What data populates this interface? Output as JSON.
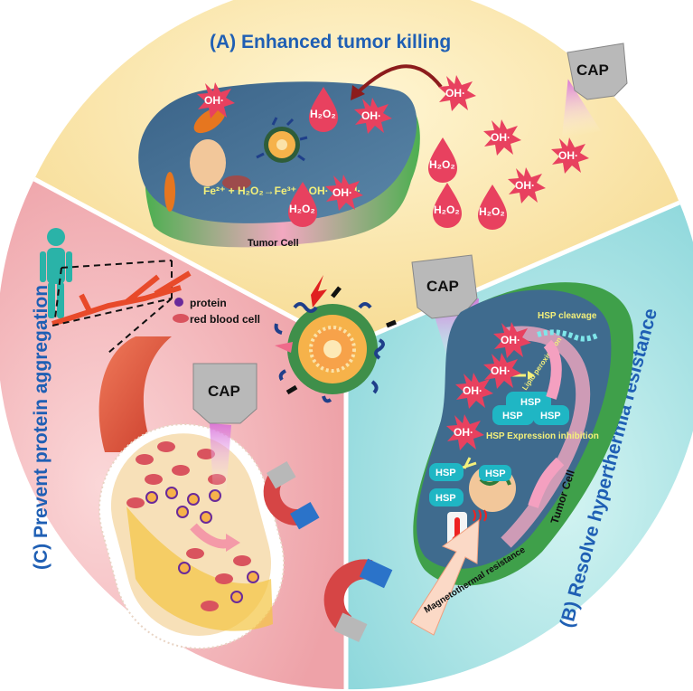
{
  "sections": {
    "a": {
      "title": "(A) Enhanced tumor killing",
      "cell_label": "Tumor Cell",
      "reaction": "Fe²⁺ + H₂O₂→Fe³⁺ + OH· + OH·"
    },
    "b": {
      "title": "(B) Resolve hyperthermia resistance",
      "cell_label": "Tumor Cell",
      "hsp_cleavage": "HSP cleavage",
      "lipid_peroxidation": "Lipid peroxidation",
      "expression_inhibition": "HSP Expression inhibition",
      "magneto_resistance": "Magnetothermal resistance",
      "hsp": "HSP"
    },
    "c": {
      "title": "(C) Prevent protein aggregation",
      "legend": {
        "protein": "protein",
        "rbc": "red blood cell"
      }
    }
  },
  "labels": {
    "cap": "CAP",
    "oh": "OH·",
    "h2o2": "H₂O₂"
  },
  "colors": {
    "sector_a": "#f8e3a8",
    "sector_b": "#a9e3e3",
    "sector_c": "#f2b4b8",
    "title_blue": "#1f5fb4",
    "cell_blue": "#3f6b8e",
    "cell_green": "#3fa04a",
    "ros_red": "#e8415f",
    "hsp_teal": "#1fb6c4",
    "arrow_red": "#8c1c1c"
  },
  "icons": [
    "cap-device-icon",
    "magnet-icon",
    "thermometer-icon",
    "human-body-icon",
    "nanoparticle-icon"
  ]
}
